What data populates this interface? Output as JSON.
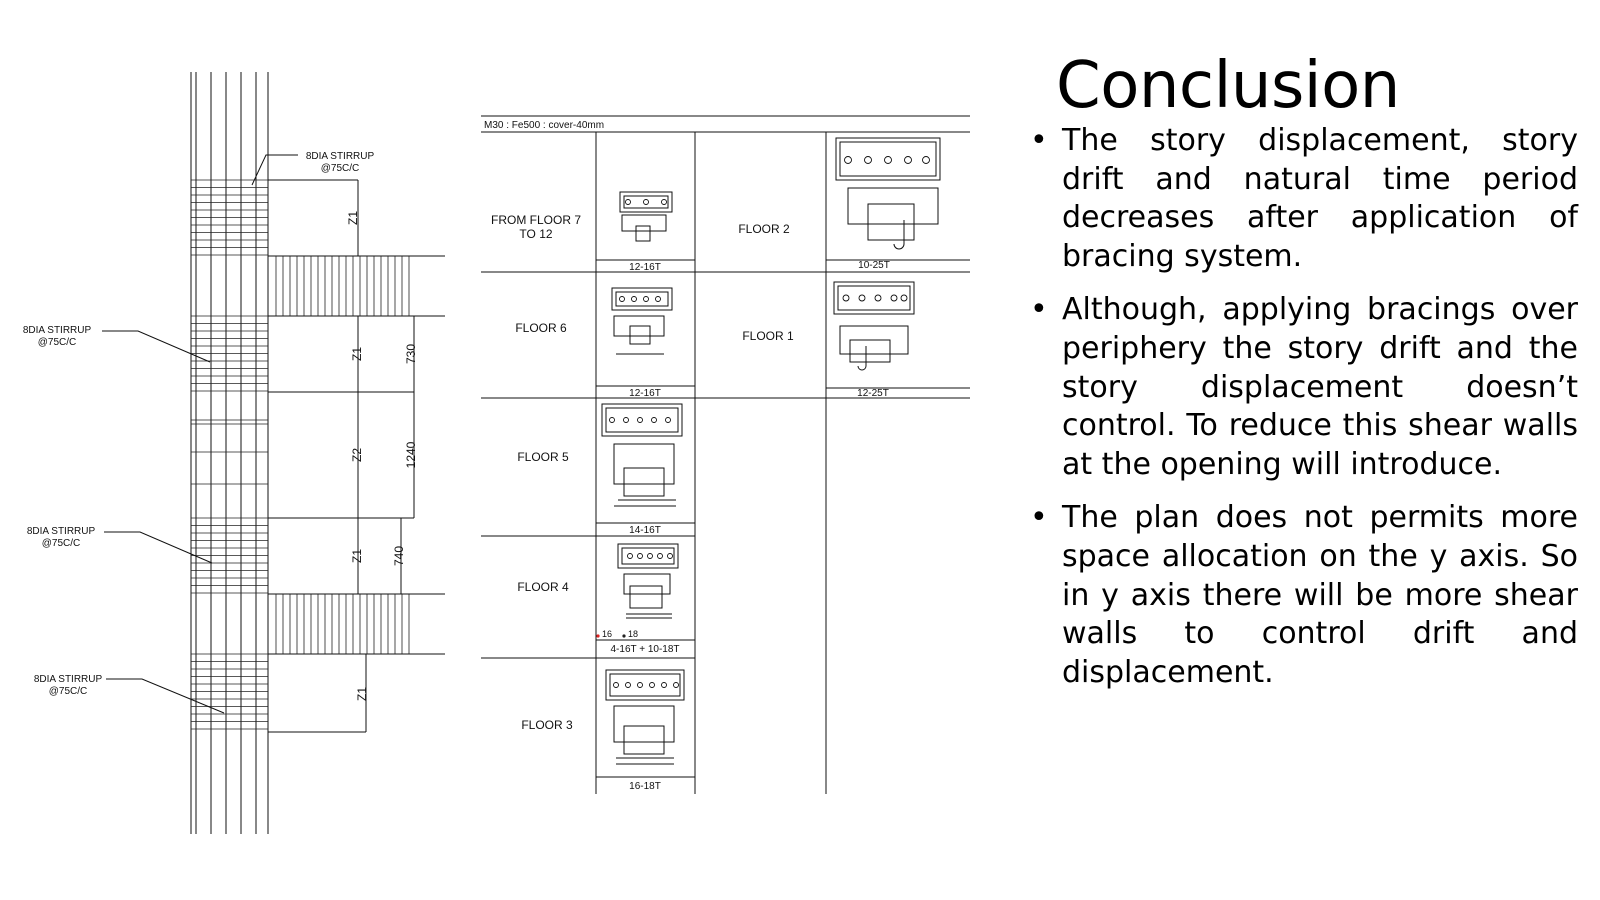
{
  "slide": {
    "title": "Conclusion",
    "bullet_char": "•",
    "bullets": [
      "The story displacement, story drift and natural time period decreases after application of bracing system.",
      "Although, applying bracings over periphery the story drift and the story displacement doesn’t control. To reduce this shear walls at the opening will introduce.",
      "The plan does not permits more space allocation on the y axis. So in y axis there will be more shear walls to control drift and displacement."
    ]
  },
  "elevation": {
    "stirrup_line1": "8DIA STIRRUP",
    "stirrup_line2": "@75C/C",
    "zones": [
      "Z1",
      "Z1",
      "Z2",
      "Z1",
      "Z1"
    ],
    "dims": [
      "730",
      "1240",
      "740"
    ]
  },
  "schedule": {
    "header": "M30 : Fe500 : cover-40mm",
    "floor_7_12_line1": "FROM FLOOR 7",
    "floor_7_12_line2": "TO 12",
    "floor_6": "FLOOR 6",
    "floor_5": "FLOOR 5",
    "floor_4": "FLOOR 4",
    "floor_3": "FLOOR 3",
    "floor_2": "FLOOR 2",
    "floor_1": "FLOOR 1",
    "bars_7_12": "12-16T",
    "bars_6": "12-16T",
    "bars_5": "14-16T",
    "bars_4": "4-16T + 10-18T",
    "bars_4_legend_a": "16",
    "bars_4_legend_b": "18",
    "bars_3": "16-18T",
    "bars_2": "10-25T",
    "bars_1": "12-25T"
  }
}
